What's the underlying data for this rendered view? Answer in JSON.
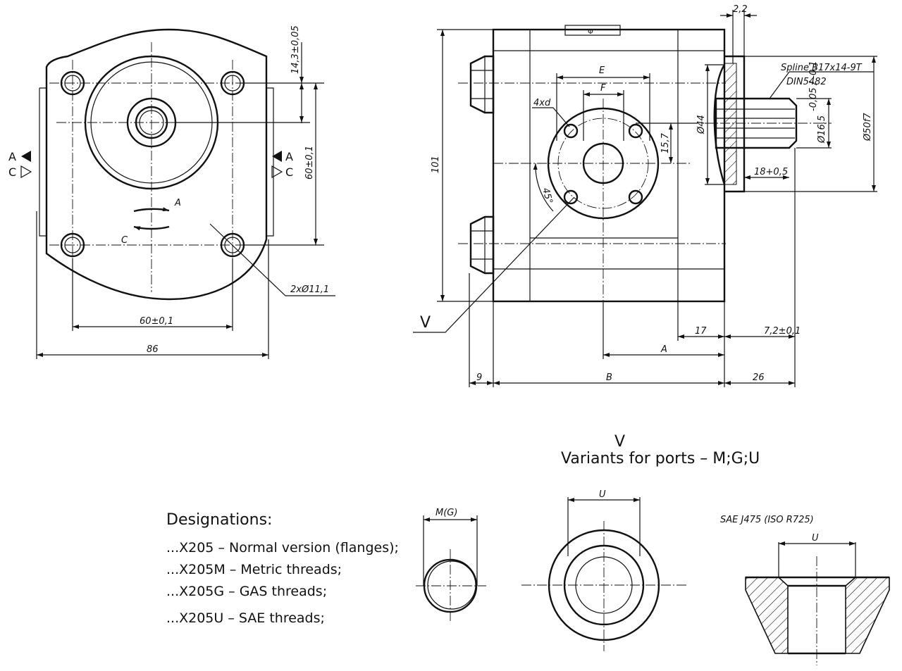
{
  "front_view": {
    "height_14": "14,3±0,05",
    "height_60": "60±0,1",
    "width_60": "60±0,1",
    "width_86": "86",
    "holes": "2xØ11,1",
    "rot_a": "A",
    "rot_c": "C",
    "side_a": "A",
    "side_c": "C"
  },
  "side_view": {
    "dim_22": "2,2",
    "spline_1": "Spline B17x14-9T",
    "spline_2": "DIN5482",
    "dim_e": "E",
    "dim_f": "F",
    "dim_4xd": "4xd",
    "dim_157": "15,7",
    "dim_44": "Ø44",
    "dim_165": "Ø16,5",
    "dim_165_tol": "-0,05 / -0,1",
    "dim_50": "Ø50f7",
    "dim_18": "18+0,5",
    "dim_45": "45°",
    "dim_101": "101",
    "dim_17": "17",
    "dim_72": "7,2±0,1",
    "dim_a": "A",
    "dim_9": "9",
    "dim_b": "B",
    "dim_26": "26",
    "label_v": "V"
  },
  "variants": {
    "v": "V",
    "title": "Variants for ports – M;G;U",
    "m_label": "M(G)",
    "u_label": "U",
    "sae_title": "SAE J475 (ISO R725)",
    "sae_u": "U"
  },
  "designations": {
    "title": "Designations:",
    "items": [
      "...X205   – Normal version (flanges);",
      "...X205M – Metric threads;",
      "...X205G – GAS threads;",
      "...X205U – SAE threads;"
    ]
  }
}
